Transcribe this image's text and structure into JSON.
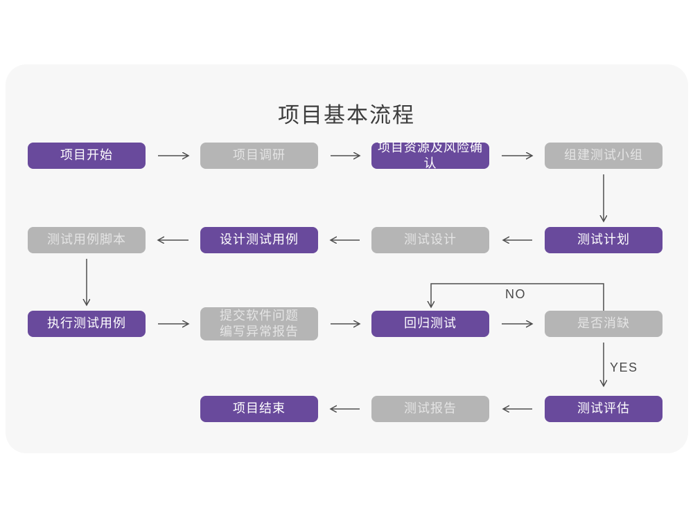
{
  "title": "项目基本流程",
  "colors": {
    "purple": "#694a9c",
    "gray": "#b5b5b5",
    "card_bg": "#f7f7f7",
    "arrow": "#4d4d4d",
    "purple_text": "#ffffff",
    "gray_text": "#e4e4e4"
  },
  "nodes": {
    "start": {
      "label": "项目开始"
    },
    "research": {
      "label": "项目调研"
    },
    "risk": {
      "label": "项目资源及风险确认"
    },
    "team": {
      "label": "组建测试小组"
    },
    "plan": {
      "label": "测试计划"
    },
    "test_design": {
      "label": "测试设计"
    },
    "design_cases": {
      "label": "设计测试用例"
    },
    "case_scripts": {
      "label": "测试用例脚本"
    },
    "execute": {
      "label": "执行测试用例"
    },
    "submit_issues": {
      "label": "提交软件问题\n编写异常报告"
    },
    "regression": {
      "label": "回归测试"
    },
    "defect_cleared": {
      "label": "是否消缺"
    },
    "evaluate": {
      "label": "测试评估"
    },
    "report": {
      "label": "测试报告"
    },
    "end": {
      "label": "项目结束"
    }
  },
  "edge_labels": {
    "no": "NO",
    "yes": "YES"
  },
  "edges": [
    {
      "from": "start",
      "to": "research",
      "direction": "right"
    },
    {
      "from": "research",
      "to": "risk",
      "direction": "right"
    },
    {
      "from": "risk",
      "to": "team",
      "direction": "right"
    },
    {
      "from": "team",
      "to": "plan",
      "direction": "down"
    },
    {
      "from": "plan",
      "to": "test_design",
      "direction": "left"
    },
    {
      "from": "test_design",
      "to": "design_cases",
      "direction": "left"
    },
    {
      "from": "design_cases",
      "to": "case_scripts",
      "direction": "left"
    },
    {
      "from": "case_scripts",
      "to": "execute",
      "direction": "down"
    },
    {
      "from": "execute",
      "to": "submit_issues",
      "direction": "right"
    },
    {
      "from": "submit_issues",
      "to": "regression",
      "direction": "right"
    },
    {
      "from": "regression",
      "to": "defect_cleared",
      "direction": "right"
    },
    {
      "from": "defect_cleared",
      "to": "regression",
      "direction": "loop-back",
      "label": "NO"
    },
    {
      "from": "defect_cleared",
      "to": "evaluate",
      "direction": "down",
      "label": "YES"
    },
    {
      "from": "evaluate",
      "to": "report",
      "direction": "left"
    },
    {
      "from": "report",
      "to": "end",
      "direction": "left"
    }
  ]
}
